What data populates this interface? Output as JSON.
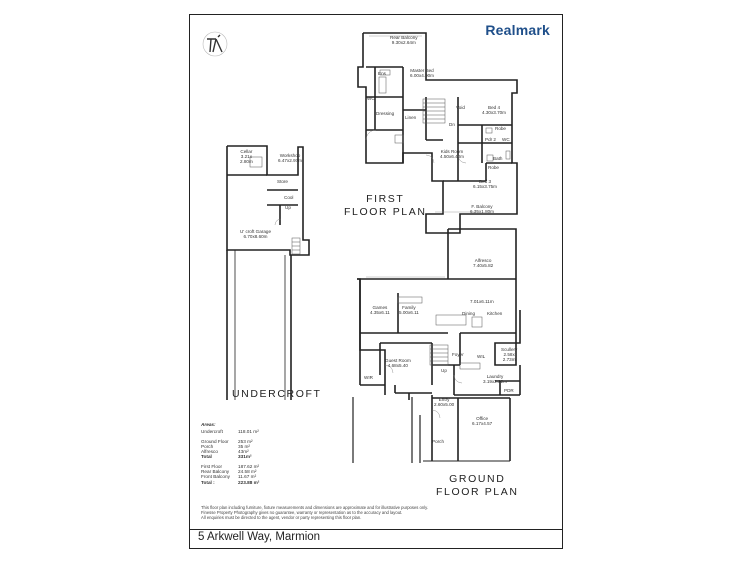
{
  "brand": "Realmark",
  "address": "5 Arkwell Way, Marmion",
  "headings": {
    "first_floor": [
      "FIRST",
      "FLOOR PLAN"
    ],
    "undercroft": "UNDERCROFT",
    "ground_floor": [
      "GROUND",
      "FLOOR PLAN"
    ]
  },
  "rooms": {
    "rear_balcony": [
      "Rear Balcony",
      "9.30x2.64m"
    ],
    "master_bed": [
      "Master Bed",
      "6.00x4.90m"
    ],
    "ens": "Ens",
    "wc_first": "WC",
    "dressing": "Dressing",
    "linen": "Linen",
    "void": "Void",
    "dn": "Dn",
    "bed4": [
      "Bed 4",
      "4.30x3.70m"
    ],
    "robe_bed4": "Robe",
    "pdr2": "Pdr 2",
    "wc_bed4": "WC",
    "kids_room": [
      "Kids Room",
      "4.50x6.40m"
    ],
    "bath": "Bath",
    "robe_bath": "Robe",
    "bed3": [
      "Bed 3",
      "6.15x3.75m"
    ],
    "f_balcony": [
      "F. Balcony",
      "6.35x1.80m"
    ],
    "cellar": [
      "Cellar",
      "3.21x",
      "2.80m"
    ],
    "workshop": [
      "Workshop",
      "6.47x2.97m"
    ],
    "store": "Store",
    "cool": "Cool",
    "up_undercroft": "Up",
    "undercroft_garage": [
      "U' croft Garage",
      "6.70x8.60m"
    ],
    "alfresco": [
      "Alfresco",
      "7.40x5.82"
    ],
    "games": [
      "Games",
      "4.35x6.11"
    ],
    "family": [
      "Family",
      "5.00x6.11"
    ],
    "dining_dims": "7.01x6.11m",
    "dining": "Dining",
    "kitchen": "Kitchen",
    "foyer": "Foyer",
    "wil": "WIL",
    "scullery": [
      "Scullery",
      "2.58x",
      "2.73m"
    ],
    "guest_room": [
      "Guest Room",
      "4.68x5.40"
    ],
    "wir": "WIR",
    "up_ground": "Up",
    "laundry": [
      "Laundry",
      "3.19x2.22m"
    ],
    "pdr": "PDR",
    "entry": [
      "Entry",
      "2.60x5.00"
    ],
    "office": [
      "Office",
      "6.17x4.57"
    ],
    "porch": "Porch"
  },
  "areas": {
    "title": "Areas:",
    "undercroft": [
      "Undercroft",
      "118.01 m²"
    ],
    "ground_floor": [
      "Ground Floor",
      "253 m²"
    ],
    "porch": [
      "Porch",
      "35 m²"
    ],
    "alfresco": [
      "Alfresco",
      "43m²"
    ],
    "ground_total": [
      "Total",
      "331m²"
    ],
    "first_floor": [
      "First Floor",
      "187.62 m²"
    ],
    "rear_balcony": [
      "Rear Balcony",
      "24.58 m²"
    ],
    "front_balcony": [
      "Front Balcony",
      "11.67 m²"
    ],
    "first_total": [
      "Total :",
      "223.88 m²"
    ]
  },
  "disclaimer": [
    "This floor plan including furniture, fixture measurements and dimensions are approximate and for illustrative purposes only.",
    "Finesse Property Photography gives no guarantee, warranty or representation as to the accuracy and layout.",
    "All enquiries must be directed to the agent, vendor or party representing this floor plan."
  ]
}
